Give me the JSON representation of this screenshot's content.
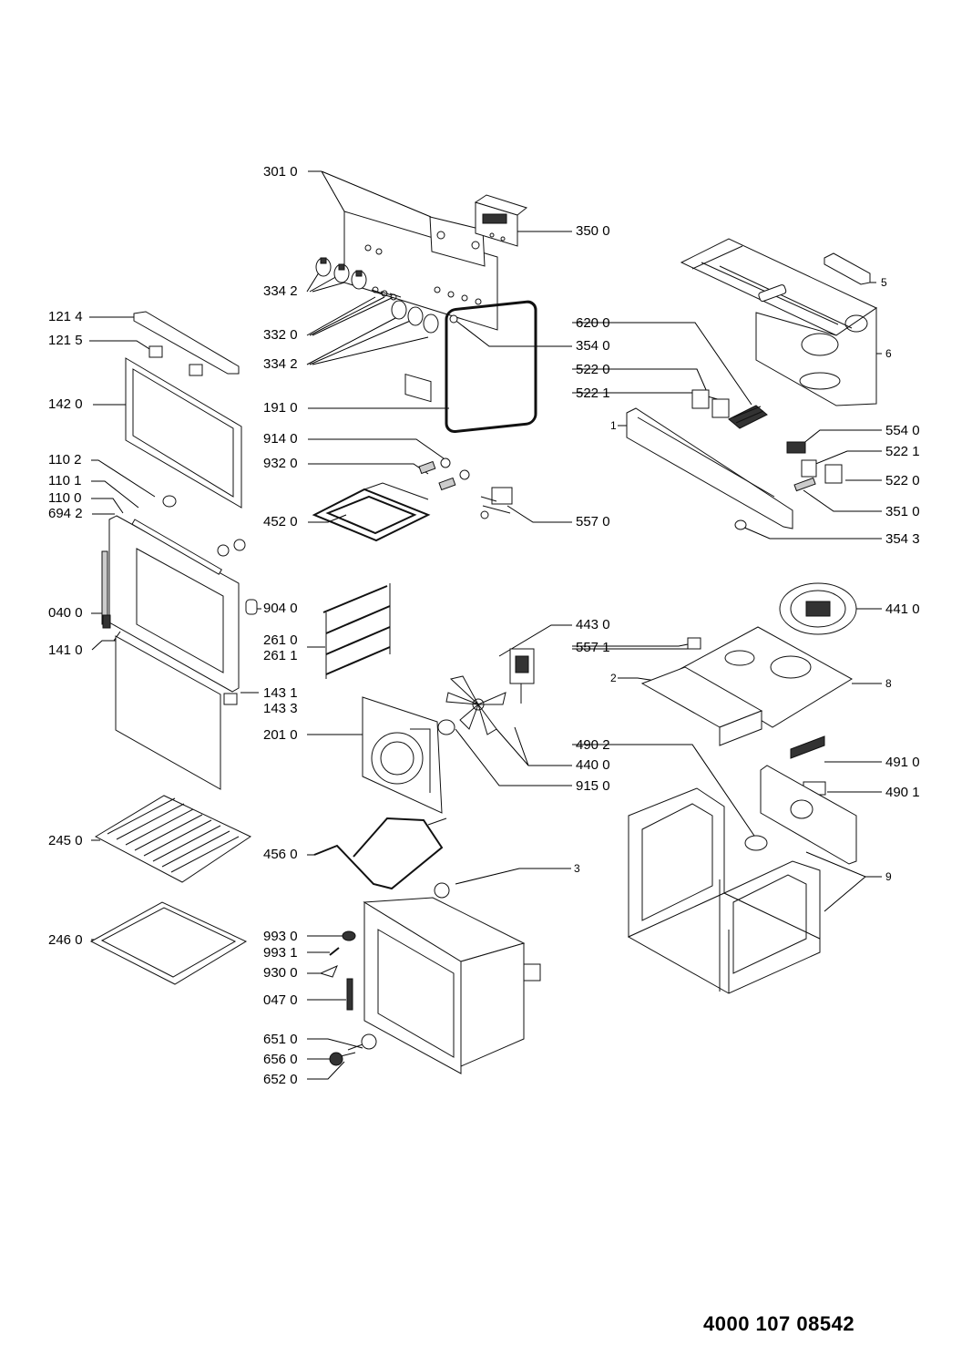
{
  "document_number": "4000 107 08542",
  "callouts": {
    "c3010": "301 0",
    "c3500": "350 0",
    "c3342a": "334 2",
    "c3320": "332 0",
    "c3540": "354 0",
    "c3342b": "334 2",
    "c1214": "121 4",
    "c1215": "121 5",
    "c1420": "142 0",
    "c1910": "191 0",
    "c9140": "914 0",
    "c9320": "932 0",
    "c1102": "110 2",
    "c1101": "110 1",
    "c1100": "110 0",
    "c6942": "694 2",
    "c4520": "452 0",
    "c5570": "557 0",
    "c0400": "040 0",
    "c9040": "904 0",
    "c2610": "261 0",
    "c2611": "261 1",
    "c1410": "141 0",
    "c1431": "143 1",
    "c1433": "143 3",
    "c2010": "201 0",
    "c4430": "443 0",
    "c5571": "557 1",
    "c4400": "440 0",
    "c9150": "915 0",
    "c2450": "245 0",
    "c4560": "456 0",
    "c2460": "246 0",
    "c9930": "993 0",
    "c9931": "993 1",
    "c9300": "930 0",
    "c0470": "047 0",
    "c6510": "651 0",
    "c6560": "656 0",
    "c6520": "652 0",
    "c6200": "620 0",
    "c5220a": "522 0",
    "c5221a": "522 1",
    "c5540": "554 0",
    "c5221b": "522 1",
    "c5220b": "522 0",
    "c3510": "351 0",
    "c3543": "354 3",
    "c4410": "441 0",
    "c4902": "490 2",
    "c4910": "491 0",
    "c4901": "490 1",
    "c5": "5",
    "c6": "6",
    "c1": "1",
    "c2": "2",
    "c8": "8",
    "c3": "3",
    "c9": "9"
  }
}
